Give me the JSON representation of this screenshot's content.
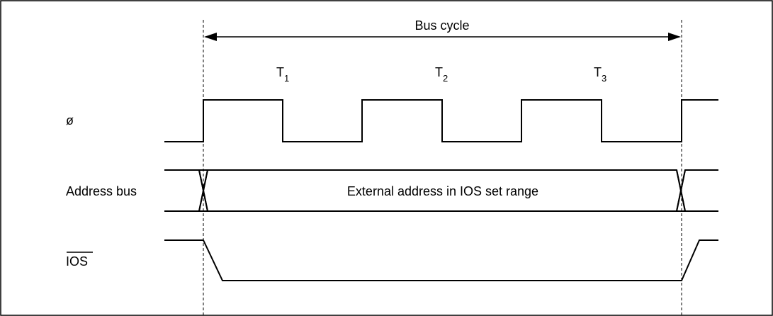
{
  "bus_cycle_label": "Bus cycle",
  "states": [
    {
      "main": "T",
      "sub": "1"
    },
    {
      "main": "T",
      "sub": "2"
    },
    {
      "main": "T",
      "sub": "3"
    }
  ],
  "signals": {
    "clock": "ø",
    "address": "Address bus",
    "ios": "IOS"
  },
  "address_bus_text": "External address in IOS set range"
}
